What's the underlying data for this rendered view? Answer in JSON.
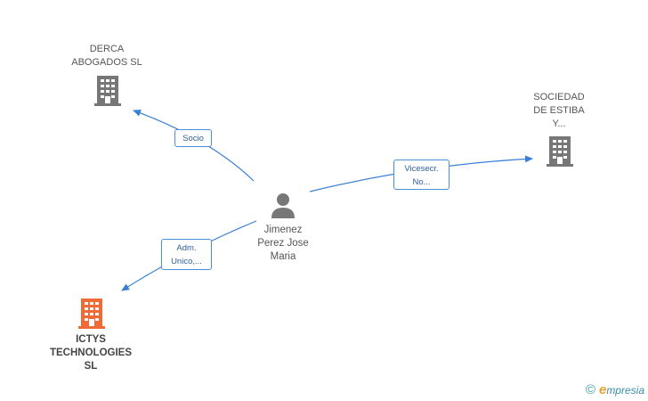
{
  "nodes": {
    "derca": {
      "label": "DERCA\nABOGADOS  SL"
    },
    "sociedad": {
      "label": "SOCIEDAD\nDE ESTIBA\nY..."
    },
    "ictys": {
      "label": "ICTYS\nTECHNOLOGIES\nSL"
    },
    "person": {
      "label": "Jimenez\nPerez Jose\nMaria"
    }
  },
  "edges": {
    "socio": {
      "label": "Socio"
    },
    "vicesecr": {
      "label": "Vicesecr.\nNo..."
    },
    "adm": {
      "label": "Adm.\nUnico,..."
    }
  },
  "colors": {
    "edge": "#3a7fd5",
    "building_gray": "#777777",
    "building_orange": "#f06a35",
    "person_gray": "#777777"
  },
  "footer": {
    "copyright": "©",
    "brand_e": "e",
    "brand_rest": "mpresia"
  }
}
